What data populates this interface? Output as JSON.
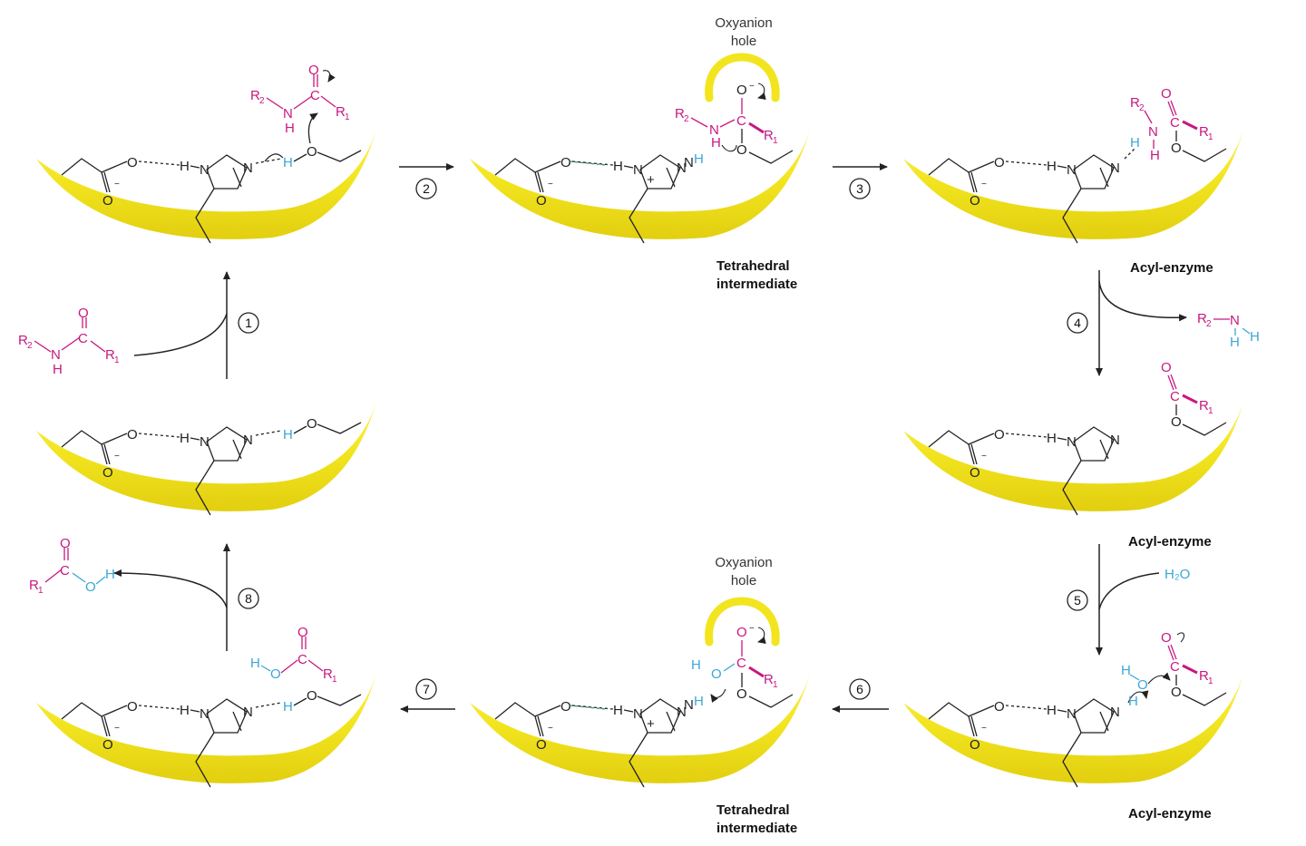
{
  "colors": {
    "enzyme": "#f2e51f",
    "substrate": "#c8187f",
    "proton": "#3aa7d8",
    "bond": "#222222",
    "hbond_green": "#3a9a6a"
  },
  "labels": {
    "oxyanion_hole": [
      "Oxyanion",
      "hole"
    ],
    "tetrahedral_intermediate": [
      "Tetrahedral",
      "intermediate"
    ],
    "acyl_enzyme": "Acyl-enzyme",
    "water": "H₂O"
  },
  "steps": [
    "1",
    "2",
    "3",
    "4",
    "5",
    "6",
    "7",
    "8"
  ],
  "panels": [
    {
      "id": "top-left",
      "state": "substrate bound, serine attacks carbonyl"
    },
    {
      "id": "top-middle",
      "state": "tetrahedral intermediate"
    },
    {
      "id": "top-right",
      "state": "acyl-enzyme, amine leaving"
    },
    {
      "id": "mid-right",
      "state": "acyl-enzyme"
    },
    {
      "id": "bot-right",
      "state": "acyl-enzyme, water attacks"
    },
    {
      "id": "bot-middle",
      "state": "tetrahedral intermediate"
    },
    {
      "id": "bot-left",
      "state": "acid product bound"
    },
    {
      "id": "mid-left",
      "state": "free enzyme"
    }
  ]
}
